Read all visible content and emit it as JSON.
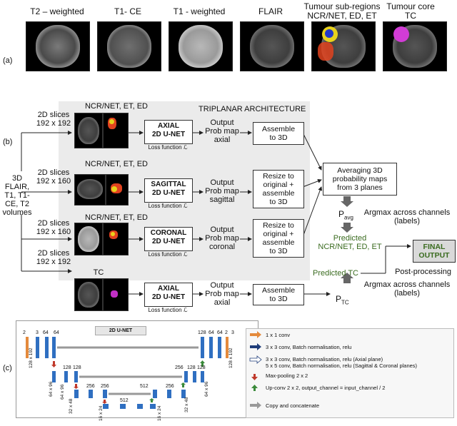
{
  "panel_a": {
    "label": "(a)",
    "titles": [
      "T2 – weighted",
      "T1- CE",
      "T1 - weighted",
      "FLAIR",
      "Tumour sub-regions\nNCR/NET, ED, ET",
      "Tumour core\nTC"
    ]
  },
  "panel_b": {
    "label": "(b)",
    "input": "3D\nFLAIR,\nT1, T1-\nCE, T2\nvolumes",
    "header": "TRIPLANAR ARCHITECTURE",
    "rows": [
      {
        "slices": "2D slices\n192 x 192",
        "classes": "NCR/NET, ET, ED",
        "net": "AXIAL\n2D U-NET",
        "loss": "Loss function ℒ",
        "output": "Output\nProb map\naxial",
        "assemble": "Assemble\nto 3D"
      },
      {
        "slices": "2D slices\n192 x 160",
        "classes": "NCR/NET, ET, ED",
        "net": "SAGITTAL\n2D U-NET",
        "loss": "Loss function ℒ",
        "output": "Output\nProb map\nsagittal",
        "assemble": "Resize to\noriginal +\nassemble\nto 3D"
      },
      {
        "slices": "2D slices\n192 x 160",
        "classes": "NCR/NET, ET, ED",
        "net": "CORONAL\n2D U-NET",
        "loss": "Loss function ℒ",
        "output": "Output\nProb map\ncoronal",
        "assemble": "Resize to\noriginal +\nassemble\nto 3D"
      },
      {
        "slices": "2D slices\n192 x 192",
        "classes": "TC",
        "net": "AXIAL\n2D U-NET",
        "loss": "Loss function ℒ",
        "output": "Output\nProb map\naxial",
        "assemble": "Assemble\nto 3D"
      }
    ],
    "averaging": "Averaging 3D\nprobability maps\nfrom 3 planes",
    "p_avg": "P",
    "p_avg_sub": "avg",
    "argmax1": "Argmax across channels\n(labels)",
    "predicted1": "Predicted\nNCR/NET, ED, ET",
    "final": "FINAL\nOUTPUT",
    "predicted_tc": "Predicted TC",
    "postprocessing": "Post-processing",
    "argmax2": "Argmax across channels\n(labels)",
    "p_tc": "P",
    "p_tc_sub": "TC"
  },
  "panel_c": {
    "label": "(c)",
    "title": "2D U-NET",
    "top_numbers": [
      "2",
      "3",
      "64",
      "64",
      "128",
      "64",
      "64",
      "2",
      "3"
    ],
    "level_numbers": [
      "128",
      "128",
      "256",
      "256",
      "512",
      "512",
      "256",
      "256",
      "128",
      "128"
    ],
    "sizes": [
      "128 x 192",
      "64 x 96",
      "64 x 96",
      "32 x 48",
      "16 x 24",
      "16 x 24",
      "32 x 48",
      "64 x 96",
      "128 x 192"
    ],
    "legend": [
      {
        "icon": "orange-arrow-icon",
        "text": "1 x 1 conv"
      },
      {
        "icon": "navy-arrow-icon",
        "text": "3 x 3 conv, Batch normalisation, relu"
      },
      {
        "icon": "hollow-arrow-icon",
        "text": "3 x 3 conv, Batch normalisation, relu (Axial plane)\n5 x 5 conv, Batch normalisation, relu (Sagittal & Coronal planes)"
      },
      {
        "icon": "red-down-arrow-icon",
        "text": "Max-pooling 2 x 2"
      },
      {
        "icon": "green-up-arrow-icon",
        "text": "Up-conv 2 x 2, output_channel = input_channel / 2"
      },
      {
        "icon": "gray-arrow-icon",
        "text": "Copy and concatenate"
      }
    ]
  },
  "colors": {
    "predicted": "#3a6b1f",
    "final_box": "#d9d9d9",
    "unet_blue": "#2f6fc1",
    "legend_bg": "#f7f7f7"
  }
}
